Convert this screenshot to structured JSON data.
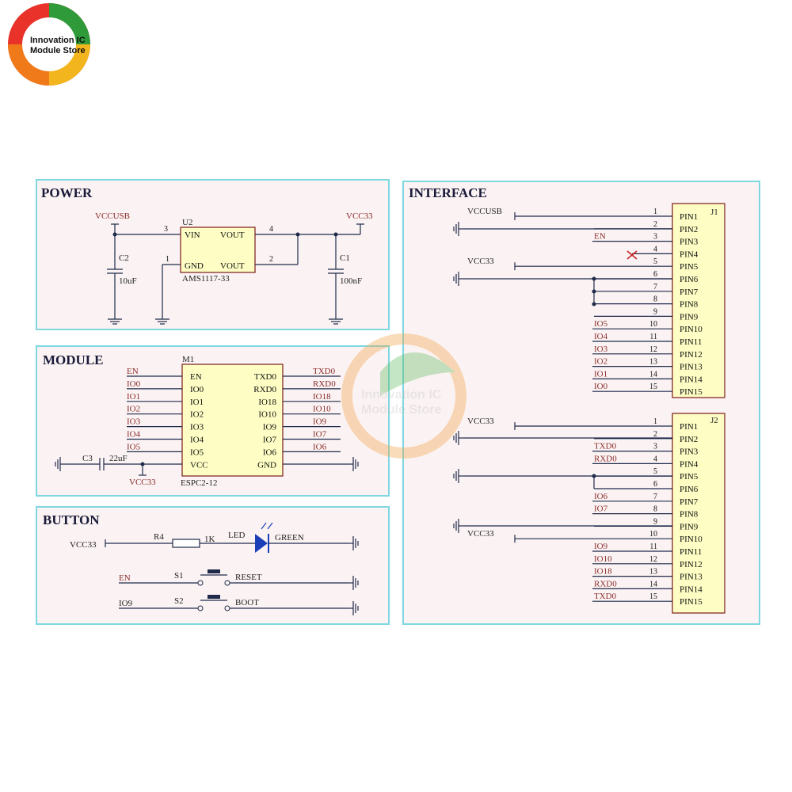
{
  "logo": {
    "line1": "Innovation IC",
    "line2": "Module Store"
  },
  "watermark": {
    "line1": "Innovation IC",
    "line2": "Module Store"
  },
  "power": {
    "title": "POWER",
    "vccusb": "VCCUSB",
    "vcc33": "VCC33",
    "u2": "U2",
    "vin": "VIN",
    "vout": "VOUT",
    "gnd": "GND",
    "pin3": "3",
    "pin4": "4",
    "pin1": "1",
    "pin2": "2",
    "regulator": "AMS1117-33",
    "c2": "C2",
    "c2_val": "10uF",
    "c1": "C1",
    "c1_val": "100nF"
  },
  "module": {
    "title": "MODULE",
    "ref": "M1",
    "name": "ESPC2-12",
    "left_pins": [
      "EN",
      "IO0",
      "IO1",
      "IO2",
      "IO3",
      "IO4",
      "IO5",
      "VCC"
    ],
    "left_nets": [
      "EN",
      "IO0",
      "IO1",
      "IO2",
      "IO3",
      "IO4",
      "IO5"
    ],
    "right_pins": [
      "TXD0",
      "RXD0",
      "IO18",
      "IO10",
      "IO9",
      "IO7",
      "IO6",
      "GND"
    ],
    "right_nets": [
      "TXD0",
      "RXD0",
      "IO18",
      "IO10",
      "IO9",
      "IO7",
      "IO6"
    ],
    "c3": "C3",
    "c3_val": "22uF",
    "vcc33": "VCC33"
  },
  "button": {
    "title": "BUTTON",
    "vcc33": "VCC33",
    "r4": "R4",
    "r4_val": "1K",
    "led": "LED",
    "led_color": "GREEN",
    "en": "EN",
    "s1": "S1",
    "reset": "RESET",
    "io9": "IO9",
    "s2": "S2",
    "boot": "BOOT"
  },
  "interface": {
    "title": "INTERFACE",
    "j1": "J1",
    "j2": "J2",
    "pins": [
      "PIN1",
      "PIN2",
      "PIN3",
      "PIN4",
      "PIN5",
      "PIN6",
      "PIN7",
      "PIN8",
      "PIN9",
      "PIN10",
      "PIN11",
      "PIN12",
      "PIN13",
      "PIN14",
      "PIN15"
    ],
    "numbers": [
      "1",
      "2",
      "3",
      "4",
      "5",
      "6",
      "7",
      "8",
      "9",
      "10",
      "11",
      "12",
      "13",
      "14",
      "15"
    ],
    "j1_nets": [
      "VCCUSB",
      "",
      "EN",
      "",
      "VCC33",
      "",
      "",
      "",
      "",
      "IO5",
      "IO4",
      "IO3",
      "IO2",
      "IO1",
      "IO0"
    ],
    "j2_nets": [
      "VCC33",
      "",
      "TXD0",
      "RXD0",
      "",
      "",
      "IO6",
      "IO7",
      "",
      "VCC33",
      "IO9",
      "IO10",
      "IO18",
      "RXD0",
      "TXD0"
    ]
  }
}
